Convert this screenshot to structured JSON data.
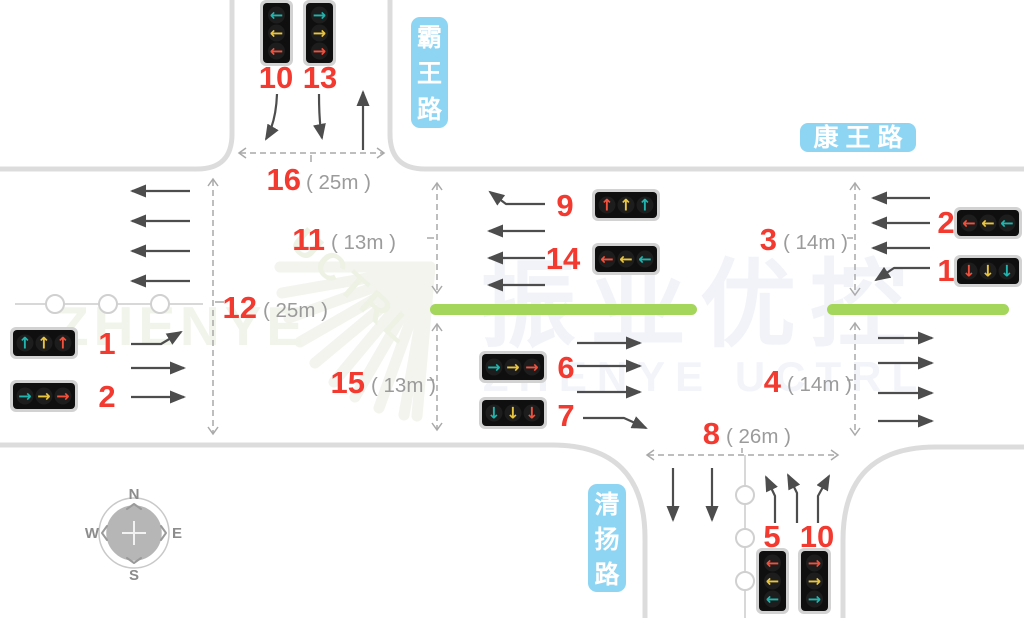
{
  "palette": {
    "accent_red": "#f23a30",
    "signal_teal": "#1fb5ae",
    "signal_yellow": "#e9c43d",
    "signal_red": "#f0503c",
    "median_green": "#a5d65c",
    "road_label_blue": "#8ed5f4",
    "road_edge_gray": "#dcdcdc"
  },
  "roads": {
    "north": {
      "name": "霸王路",
      "chars": [
        "霸",
        "王",
        "路"
      ]
    },
    "east": {
      "name": "康王路",
      "chars": [
        "康",
        "王",
        "路"
      ]
    },
    "south": {
      "name": "清扬路",
      "chars": [
        "清",
        "扬",
        "路"
      ]
    }
  },
  "signals": {
    "n10": {
      "label": "10",
      "glyph": "←",
      "colors": [
        "teal",
        "yellow",
        "red"
      ]
    },
    "n13": {
      "label": "13",
      "glyph": "→",
      "colors": [
        "teal",
        "yellow",
        "red"
      ]
    },
    "w1": {
      "label": "1",
      "glyph": "↑",
      "colors": [
        "teal",
        "yellow",
        "red"
      ]
    },
    "w2": {
      "label": "2",
      "glyph": "→",
      "colors": [
        "teal",
        "yellow",
        "red"
      ]
    },
    "m9": {
      "label": "9",
      "glyph": "↑",
      "colors": [
        "red",
        "yellow",
        "teal"
      ]
    },
    "m14": {
      "label": "14",
      "glyph": "←",
      "colors": [
        "red",
        "yellow",
        "teal"
      ]
    },
    "m6": {
      "label": "6",
      "glyph": "→",
      "colors": [
        "teal",
        "yellow",
        "red"
      ]
    },
    "m7": {
      "label": "7",
      "glyph": "↓",
      "colors": [
        "teal",
        "yellow",
        "red"
      ]
    },
    "e2": {
      "label": "2",
      "glyph": "←",
      "colors": [
        "red",
        "yellow",
        "teal"
      ]
    },
    "e1": {
      "label": "1",
      "glyph": "↓",
      "colors": [
        "red",
        "yellow",
        "teal"
      ]
    },
    "s5": {
      "label": "5",
      "glyph": "←",
      "colors": [
        "red",
        "yellow",
        "teal"
      ]
    },
    "s10": {
      "label": "10",
      "glyph": "→",
      "colors": [
        "red",
        "yellow",
        "teal"
      ]
    }
  },
  "measurements": {
    "m16": {
      "num": "16",
      "dist": "( 25m )"
    },
    "m11": {
      "num": "11",
      "dist": "( 13m )"
    },
    "m12": {
      "num": "12",
      "dist": "( 25m )"
    },
    "m15": {
      "num": "15",
      "dist": "( 13m )"
    },
    "m3": {
      "num": "3",
      "dist": "( 14m )"
    },
    "m4": {
      "num": "4",
      "dist": "( 14m )"
    },
    "m8": {
      "num": "8",
      "dist": "( 26m )"
    }
  },
  "compass": {
    "n": "N",
    "e": "E",
    "s": "S",
    "w": "W"
  },
  "watermark": {
    "cn": "振业优控",
    "en": "ZHENYE UCTRL",
    "en_side": "ZHENYE",
    "en_diag": "UCTRL"
  }
}
